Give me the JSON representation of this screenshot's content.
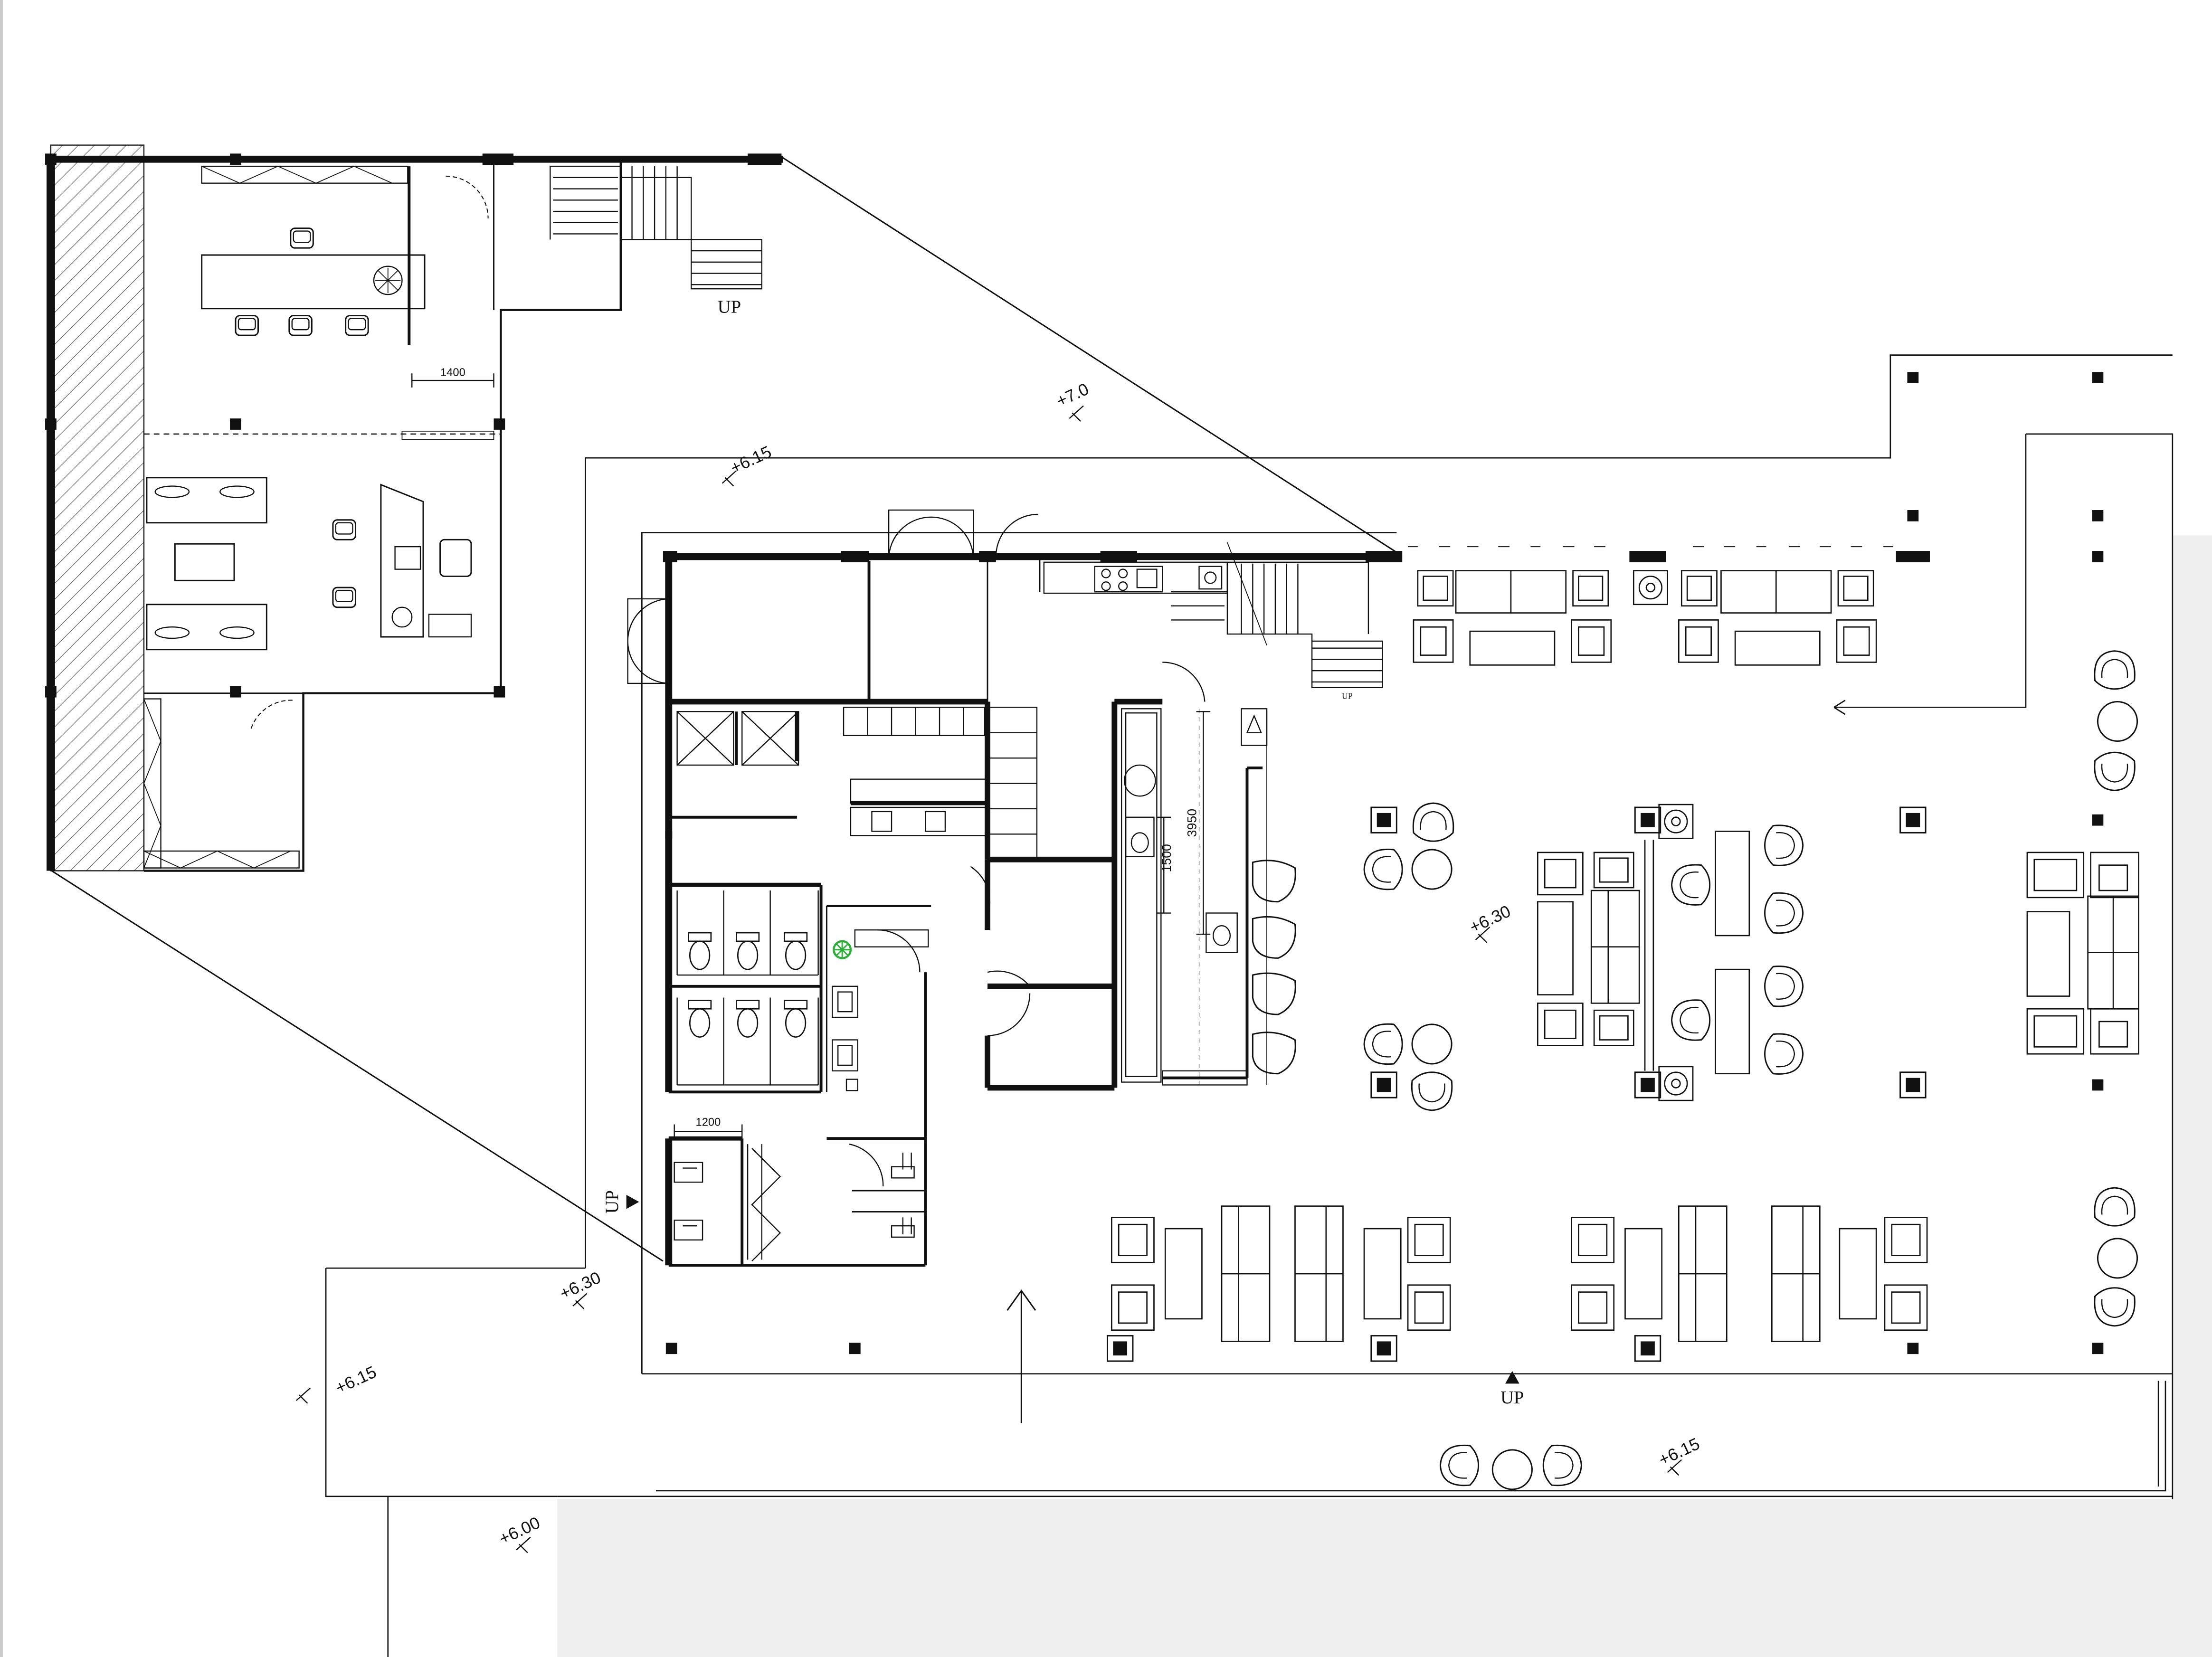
{
  "labels": {
    "tea_room": "",
    "office": "",
    "archive": "",
    "dressing": "",
    "shower": ""
  },
  "dimensions": {
    "office_opening": "1400",
    "toilet_stall": "1200",
    "bar_counter": "3950",
    "bar_segment": "1500"
  },
  "stair_marks": {
    "top_stair": "UP",
    "bar_stair": "UP",
    "left_entry": "UP",
    "front_steps": "UP"
  },
  "elevations": {
    "top": "+7.0",
    "inner_terrace": "+6.15",
    "lounge": "+6.30",
    "left_step": "+6.30",
    "left_terrace": "+6.15",
    "front_terrace": "+6.15",
    "ground": "+6.00"
  },
  "colors": {
    "line": "#111111",
    "outside_gray": "#efefef",
    "plant_green": "#2fae3a"
  }
}
